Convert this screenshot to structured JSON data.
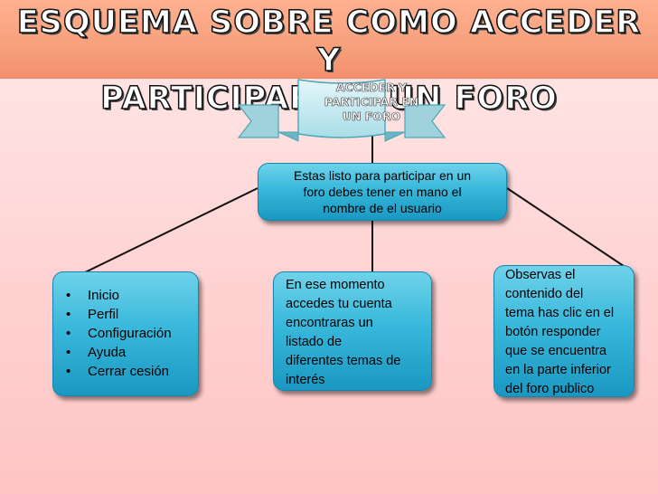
{
  "title": {
    "line1": "Esquema sobre como acceder y",
    "line2": "participar en un foro"
  },
  "central": {
    "line1": "Acceder y",
    "line2": "participar en",
    "line3": "un foro"
  },
  "top_box": {
    "line1": "Estas listo para participar en un",
    "line2": "foro debes tener en mano el",
    "line3": "nombre de el  usuario"
  },
  "left_box": {
    "items": [
      "Inicio",
      "Perfil",
      "Configuración",
      "Ayuda",
      "Cerrar cesión"
    ]
  },
  "middle_box": {
    "lines": [
      "En ese momento",
      "accedes tu cuenta",
      "encontraras un",
      "listado de",
      "diferentes temas de",
      "interés"
    ]
  },
  "right_box": {
    "lines": [
      "Observas el",
      "contenido del",
      "tema  has clic en el",
      "botón responder",
      "que se encuentra",
      "en la parte inferior",
      "del foro publico"
    ]
  },
  "colors": {
    "box_blue": "#38b8db",
    "banner": "#c4ebf1",
    "title_band": "#f7a07c",
    "background": "#ffd3d3"
  }
}
